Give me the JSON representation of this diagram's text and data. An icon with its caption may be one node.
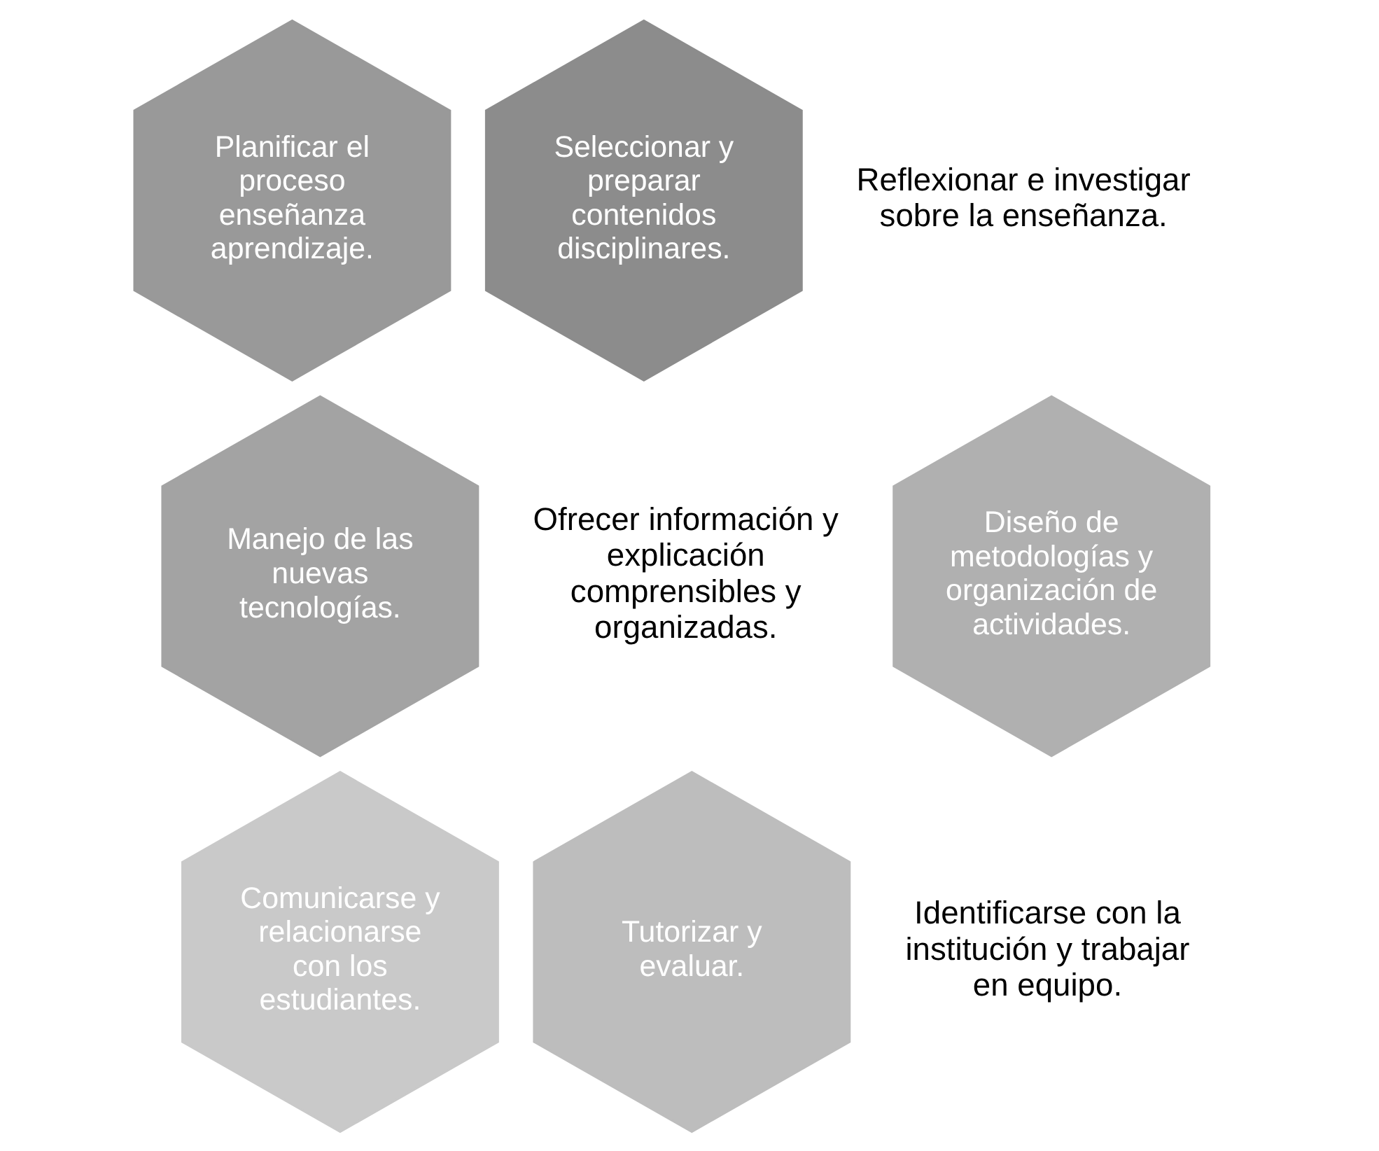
{
  "diagram": {
    "nodes": [
      {
        "text": [
          "Planificar el proceso enseñanza aprendizaje."
        ]
      },
      {
        "text": [
          "Seleccionar y preparar contenidos disciplinares."
        ],
        "beside": [
          "Reflexionar e investigar sobre la enseñanza."
        ]
      },
      {
        "text": [
          "Manejo de las nuevas tecnologías."
        ],
        "beside": [
          "Ofrecer información y explicación comprensibles y organizadas."
        ]
      },
      {
        "text": [
          "Diseño de metodologías y organización de actividades."
        ]
      },
      {
        "text": [
          "Comunicarse y relacionarse con los estudiantes."
        ]
      },
      {
        "text": [
          "Tutorizar y evaluar."
        ],
        "beside": [
          "Identificarse con la institución y trabajar en equipo."
        ]
      }
    ]
  }
}
